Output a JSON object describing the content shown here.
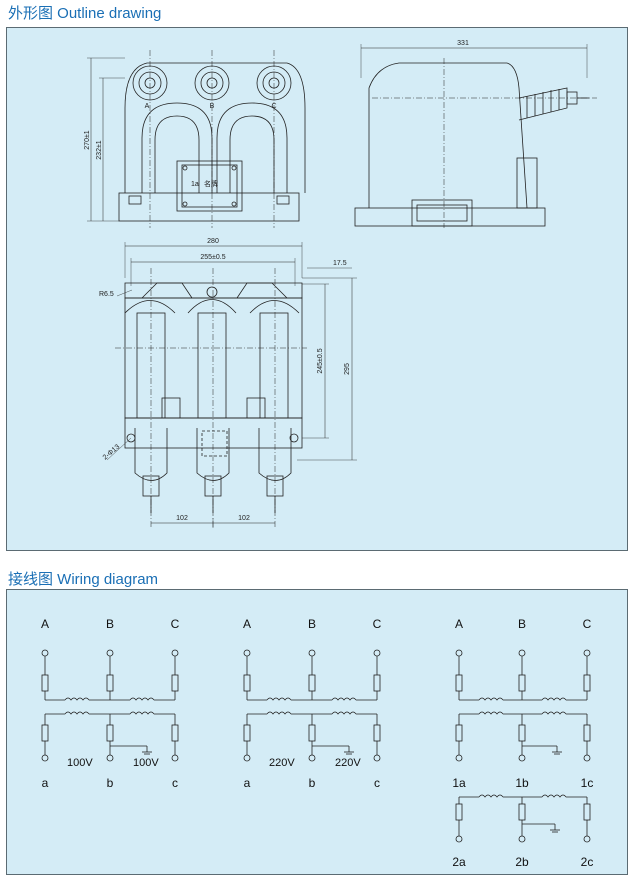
{
  "outline": {
    "title": "外形图 Outline drawing",
    "dims": {
      "d331": "331",
      "d270": "270±1",
      "d232": "232±1",
      "d280": "280",
      "d255": "255±0.5",
      "d17_5": "17.5",
      "r6_5": "R6.5",
      "d245": "245±0.5",
      "d295": "295",
      "hole": "2-Φ13",
      "d102a": "102",
      "d102b": "102"
    },
    "phase_labels": [
      "A",
      "B",
      "C"
    ],
    "nameplate": {
      "label": "名牌",
      "code": "1a"
    }
  },
  "wiring": {
    "title": "接线图 Wiring diagram",
    "diagrams": [
      {
        "top_labels": [
          "A",
          "B",
          "C"
        ],
        "bottom_labels": [
          "a",
          "b",
          "c"
        ],
        "voltages": [
          "100V",
          "100V"
        ]
      },
      {
        "top_labels": [
          "A",
          "B",
          "C"
        ],
        "bottom_labels": [
          "a",
          "b",
          "c"
        ],
        "voltages": [
          "220V",
          "220V"
        ]
      },
      {
        "top_labels": [
          "A",
          "B",
          "C"
        ],
        "mid_labels": [
          "1a",
          "1b",
          "1c"
        ],
        "bottom_labels": [
          "2a",
          "2b",
          "2c"
        ]
      }
    ]
  }
}
